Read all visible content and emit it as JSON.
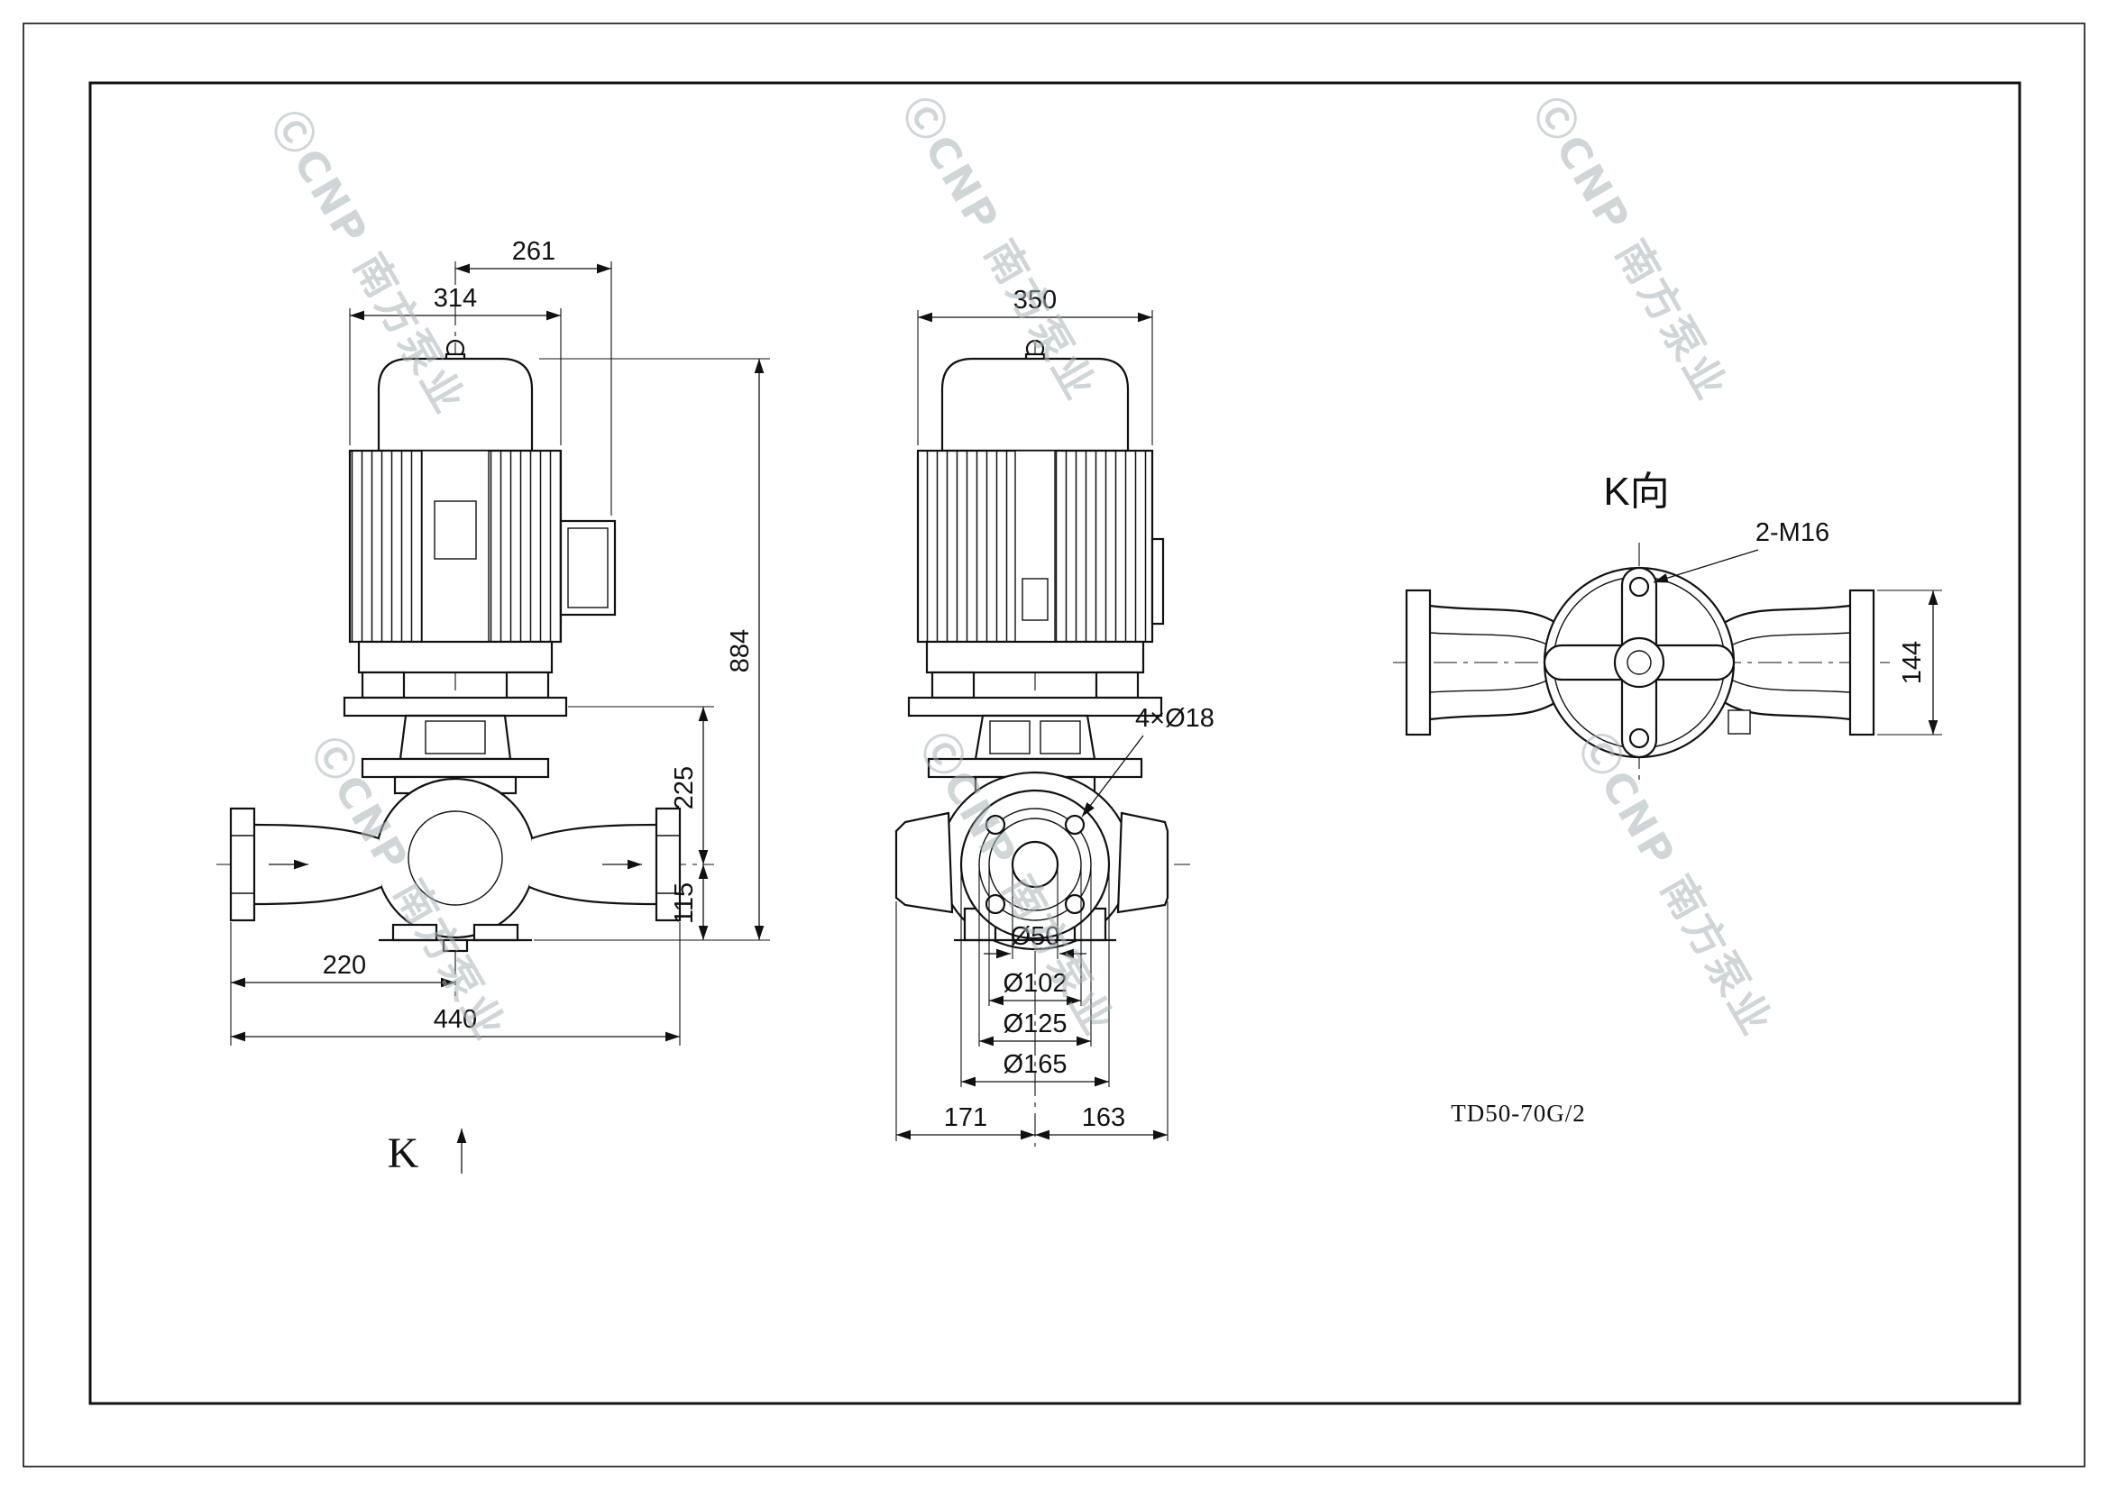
{
  "sheet": {
    "part_code": "TD50-70G/2",
    "watermark_text": "ⒸCNP 南方泵业"
  },
  "front": {
    "d261": "261",
    "d314": "314",
    "d884": "884",
    "d225": "225",
    "d115": "115",
    "d220": "220",
    "d440": "440",
    "view_arrow_label": "K"
  },
  "side": {
    "d350": "350",
    "bolt_note": "4×Ø18",
    "d50": "Ø50",
    "d102": "Ø102",
    "d125": "Ø125",
    "d165": "Ø165",
    "d171": "171",
    "d163": "163"
  },
  "kview": {
    "title": "K向",
    "thread_note": "2-M16",
    "d144": "144"
  }
}
